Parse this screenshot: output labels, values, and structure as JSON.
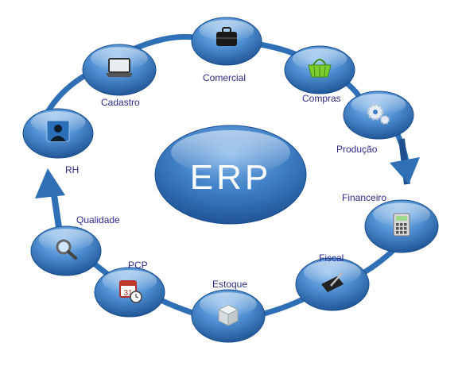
{
  "center": {
    "title": "ERP"
  },
  "modules": [
    {
      "label": "Comercial",
      "icon": "briefcase-icon"
    },
    {
      "label": "Compras",
      "icon": "shopping-basket-icon"
    },
    {
      "label": "Produção",
      "icon": "gears-icon"
    },
    {
      "label": "Financeiro",
      "icon": "calculator-icon"
    },
    {
      "label": "Fiscal",
      "icon": "pen-folder-icon"
    },
    {
      "label": "Estoque",
      "icon": "boxes-icon"
    },
    {
      "label": "PCP",
      "icon": "calendar-clock-icon"
    },
    {
      "label": "Qualidade",
      "icon": "magnifier-icon"
    },
    {
      "label": "RH",
      "icon": "people-icon"
    },
    {
      "label": "Cadastro",
      "icon": "laptop-icon"
    }
  ],
  "colors": {
    "ring": "#2f6fb5",
    "ring_dark": "#1f4f8c",
    "node_light": "#6ea6df",
    "node_dark": "#1f5aa0",
    "label": "#2a2a8c"
  }
}
